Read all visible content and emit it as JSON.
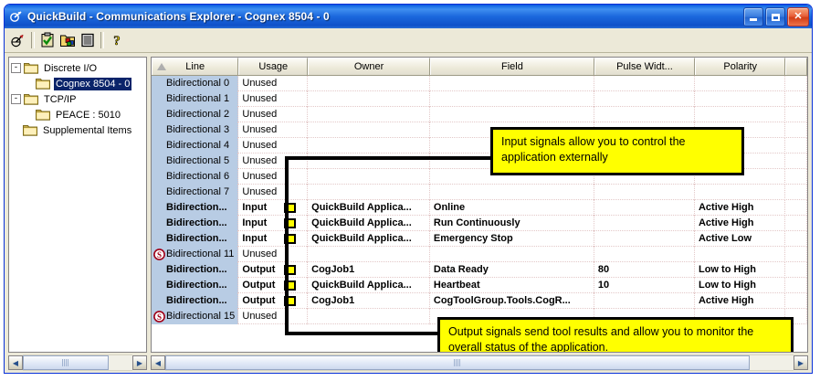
{
  "window": {
    "title": "QuickBuild - Communications Explorer - Cognex 8504 - 0",
    "app_icon": "quickbuild-icon",
    "buttons": {
      "minimize": "minimize-button",
      "maximize": "maximize-button",
      "close": "close-button"
    }
  },
  "toolbar": {
    "items": [
      {
        "name": "run-tool-icon",
        "label": ""
      },
      {
        "name": "clipboard-check-icon",
        "label": ""
      },
      {
        "name": "colors-folder-icon",
        "label": ""
      },
      {
        "name": "list-view-icon",
        "label": ""
      },
      {
        "name": "help-icon",
        "label": "?"
      }
    ]
  },
  "tree": {
    "items": [
      {
        "label": "Discrete I/O",
        "level": 0,
        "expander": "-",
        "selected": false
      },
      {
        "label": "Cognex 8504 - 0",
        "level": 1,
        "expander": "",
        "selected": true
      },
      {
        "label": "TCP/IP",
        "level": 0,
        "expander": "-",
        "selected": false
      },
      {
        "label": "PEACE : 5010",
        "level": 1,
        "expander": "",
        "selected": false
      },
      {
        "label": "Supplemental Items",
        "level": 0,
        "expander": "",
        "selected": false
      }
    ]
  },
  "grid": {
    "columns": [
      {
        "label": "Line",
        "width": 97,
        "align": "center",
        "sorted": true
      },
      {
        "label": "Usage",
        "width": 77,
        "align": "center",
        "sorted": false
      },
      {
        "label": "Owner",
        "width": 136,
        "align": "center",
        "sorted": false
      },
      {
        "label": "Field",
        "width": 183,
        "align": "center",
        "sorted": false
      },
      {
        "label": "Pulse Widt...",
        "width": 112,
        "align": "center",
        "sorted": false
      },
      {
        "label": "Polarity",
        "width": 101,
        "align": "center",
        "sorted": false
      },
      {
        "label": "",
        "width": 24,
        "align": "center",
        "sorted": false
      }
    ],
    "rows": [
      {
        "line": "Bidirectional 0",
        "usage": "Unused",
        "owner": "",
        "field": "",
        "pulse": "",
        "polarity": "",
        "bold": false,
        "icon": "",
        "signal": ""
      },
      {
        "line": "Bidirectional 1",
        "usage": "Unused",
        "owner": "",
        "field": "",
        "pulse": "",
        "polarity": "",
        "bold": false,
        "icon": "",
        "signal": ""
      },
      {
        "line": "Bidirectional 2",
        "usage": "Unused",
        "owner": "",
        "field": "",
        "pulse": "",
        "polarity": "",
        "bold": false,
        "icon": "",
        "signal": ""
      },
      {
        "line": "Bidirectional 3",
        "usage": "Unused",
        "owner": "",
        "field": "",
        "pulse": "",
        "polarity": "",
        "bold": false,
        "icon": "",
        "signal": ""
      },
      {
        "line": "Bidirectional 4",
        "usage": "Unused",
        "owner": "",
        "field": "",
        "pulse": "",
        "polarity": "",
        "bold": false,
        "icon": "",
        "signal": ""
      },
      {
        "line": "Bidirectional 5",
        "usage": "Unused",
        "owner": "",
        "field": "",
        "pulse": "",
        "polarity": "",
        "bold": false,
        "icon": "",
        "signal": ""
      },
      {
        "line": "Bidirectional 6",
        "usage": "Unused",
        "owner": "",
        "field": "",
        "pulse": "",
        "polarity": "",
        "bold": false,
        "icon": "",
        "signal": ""
      },
      {
        "line": "Bidirectional 7",
        "usage": "Unused",
        "owner": "",
        "field": "",
        "pulse": "",
        "polarity": "",
        "bold": false,
        "icon": "",
        "signal": ""
      },
      {
        "line": "Bidirection...",
        "usage": "Input",
        "owner": "QuickBuild Applica...",
        "field": "Online",
        "pulse": "",
        "polarity": "Active High",
        "bold": true,
        "icon": "",
        "signal": "signal-square-icon"
      },
      {
        "line": "Bidirection...",
        "usage": "Input",
        "owner": "QuickBuild Applica...",
        "field": "Run Continuously",
        "pulse": "",
        "polarity": "Active High",
        "bold": true,
        "icon": "",
        "signal": "signal-square-icon"
      },
      {
        "line": "Bidirection...",
        "usage": "Input",
        "owner": "QuickBuild Applica...",
        "field": "Emergency Stop",
        "pulse": "",
        "polarity": "Active Low",
        "bold": true,
        "icon": "",
        "signal": "signal-square-icon"
      },
      {
        "line": "Bidirectional 11",
        "usage": "Unused",
        "owner": "",
        "field": "",
        "pulse": "",
        "polarity": "",
        "bold": false,
        "icon": "blocked-icon",
        "signal": ""
      },
      {
        "line": "Bidirection...",
        "usage": "Output",
        "owner": "CogJob1",
        "field": "Data Ready",
        "pulse": "80",
        "polarity": "Low to High",
        "bold": true,
        "icon": "",
        "signal": "signal-square-icon"
      },
      {
        "line": "Bidirection...",
        "usage": "Output",
        "owner": "QuickBuild Applica...",
        "field": "Heartbeat",
        "pulse": "10",
        "polarity": "Low to High",
        "bold": true,
        "icon": "",
        "signal": "signal-square-icon"
      },
      {
        "line": "Bidirection...",
        "usage": "Output",
        "owner": "CogJob1",
        "field": "CogToolGroup.Tools.CogR...",
        "pulse": "",
        "polarity": "Active High",
        "bold": true,
        "icon": "",
        "signal": "signal-square-icon"
      },
      {
        "line": "Bidirectional 15",
        "usage": "Unused",
        "owner": "",
        "field": "",
        "pulse": "",
        "polarity": "",
        "bold": false,
        "icon": "blocked-icon",
        "signal": ""
      }
    ]
  },
  "callouts": [
    {
      "name": "input-callout",
      "text": "Input signals allow you to control the application externally"
    },
    {
      "name": "output-callout",
      "text": "Output signals send tool results and allow you to monitor the overall status of the application."
    }
  ],
  "scrollbars": {
    "tree": {
      "left_arrow": "◀",
      "right_arrow": "▶"
    },
    "grid": {
      "left_arrow": "◀",
      "right_arrow": "▶"
    }
  },
  "colors": {
    "title_bar": "#0855dd",
    "selection": "#0a246a",
    "line_cell": "#b8cce4",
    "callout_fill": "#ffff00",
    "signal_fill": "#ffff00",
    "face": "#ece9d8"
  }
}
